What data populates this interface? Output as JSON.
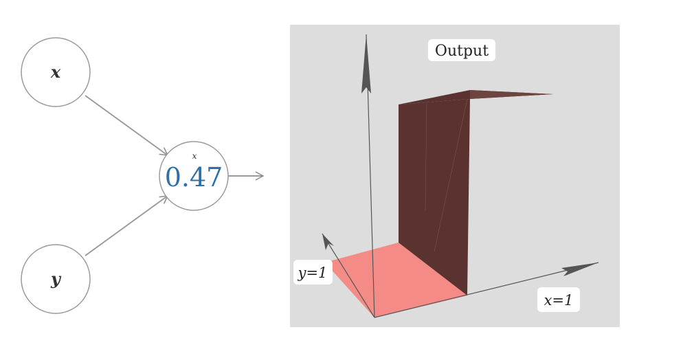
{
  "network": {
    "inputs": [
      {
        "name": "x"
      },
      {
        "name": "y"
      }
    ],
    "neuron": {
      "value": "0.47",
      "sublabel": "x"
    }
  },
  "plot": {
    "title": "Output",
    "x_axis_label": "x=1",
    "y_axis_label": "y=1",
    "colors": {
      "background": "#dddddd",
      "surface_low": "#f58b87",
      "surface_high": "#5a3331",
      "axis": "#555555",
      "neuron_value": "#2f6fa6"
    }
  }
}
